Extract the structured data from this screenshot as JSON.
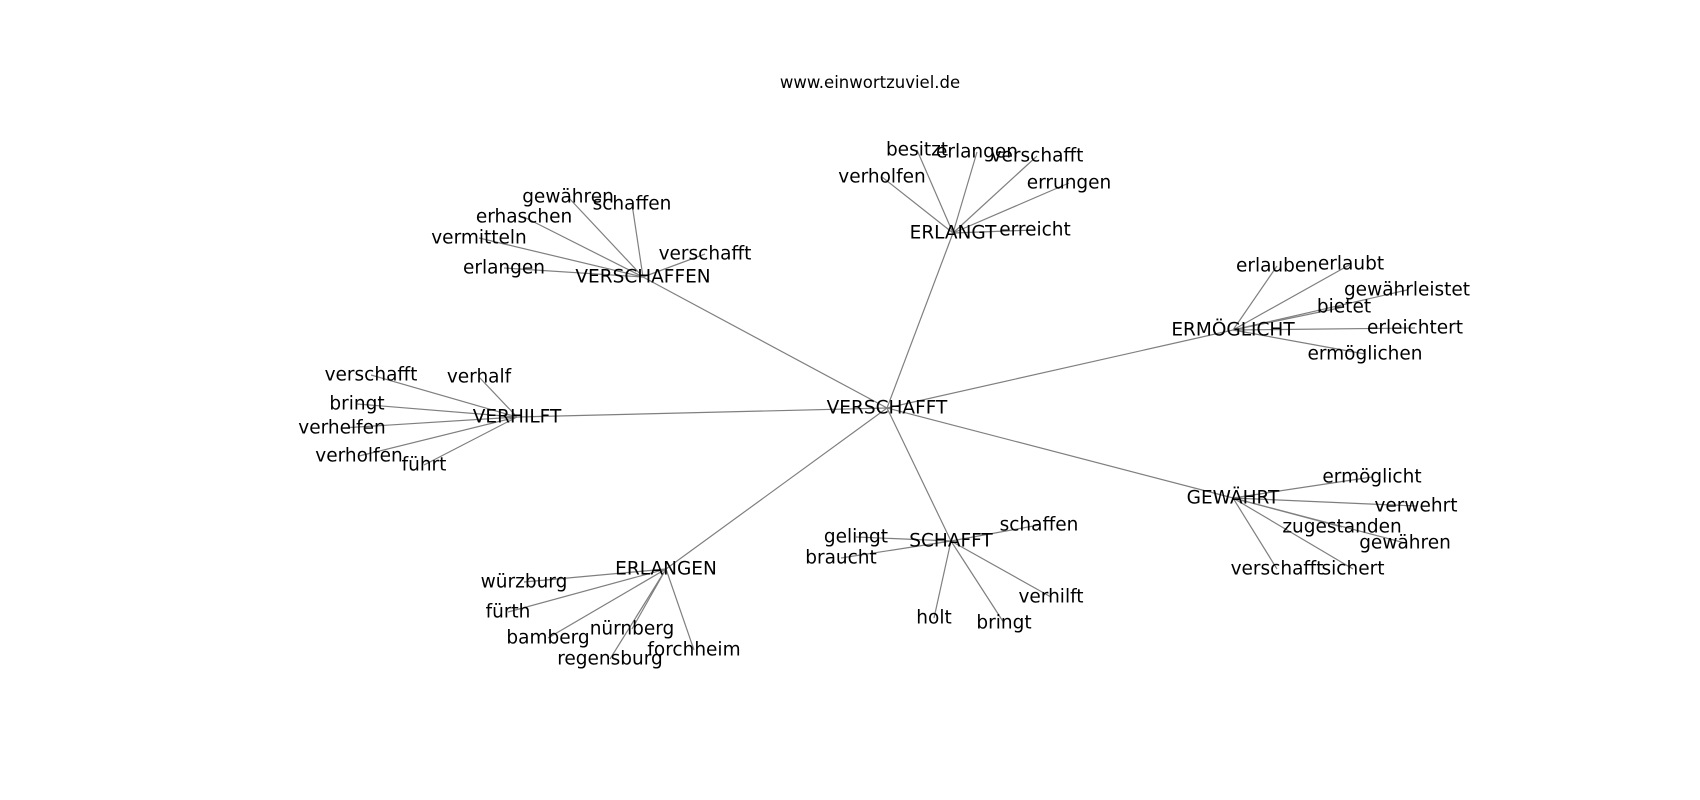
{
  "title": "www.einwortzuviel.de",
  "center": "VERSCHAFFT",
  "clusters": [
    {
      "hub": "ERLANGT",
      "leaves": [
        "besitzt",
        "erlangen",
        "verschafft",
        "errungen",
        "verholfen",
        "erreicht"
      ]
    },
    {
      "hub": "VERSCHAFFEN",
      "leaves": [
        "gewähren",
        "schaffen",
        "erhaschen",
        "vermitteln",
        "erlangen",
        "verschafft"
      ]
    },
    {
      "hub": "ERMÖGLICHT",
      "leaves": [
        "erlauben",
        "erlaubt",
        "gewährleistet",
        "bietet",
        "erleichtert",
        "ermöglichen"
      ]
    },
    {
      "hub": "VERHILFT",
      "leaves": [
        "verschafft",
        "verhalf",
        "bringt",
        "verhelfen",
        "verholfen",
        "führt"
      ]
    },
    {
      "hub": "GEWÄHRT",
      "leaves": [
        "ermöglicht",
        "verwehrt",
        "zugestanden",
        "gewähren",
        "verschafft",
        "sichert"
      ]
    },
    {
      "hub": "SCHAFFT",
      "leaves": [
        "schaffen",
        "gelingt",
        "braucht",
        "verhilft",
        "holt",
        "bringt"
      ]
    },
    {
      "hub": "ERLANGEN",
      "leaves": [
        "würzburg",
        "fürth",
        "bamberg",
        "nürnberg",
        "regensburg",
        "forchheim"
      ]
    }
  ]
}
